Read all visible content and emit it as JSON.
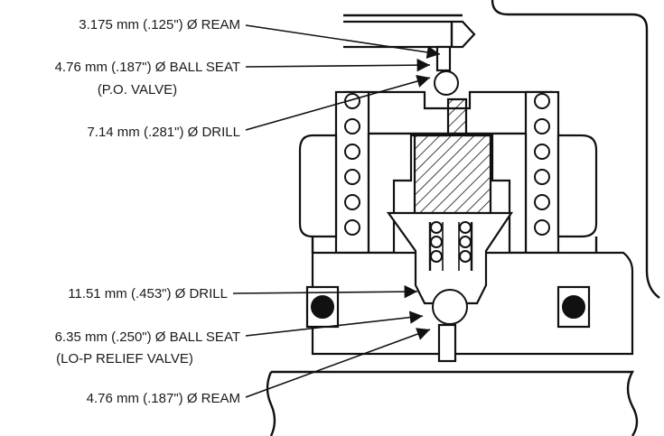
{
  "callouts": [
    {
      "id": "ream-3175",
      "lines": [
        "3.175 mm (.125\") Ø REAM"
      ]
    },
    {
      "id": "ball-seat-476",
      "lines": [
        "4.76 mm (.187\") Ø BALL SEAT",
        "(P.O. VALVE)"
      ]
    },
    {
      "id": "drill-714",
      "lines": [
        "7.14 mm (.281\") Ø DRILL"
      ]
    },
    {
      "id": "drill-1151",
      "lines": [
        "11.51 mm (.453\") Ø DRILL"
      ]
    },
    {
      "id": "ball-seat-635",
      "lines": [
        "6.35 mm (.250\") Ø BALL SEAT",
        "(LO-P RELIEF VALVE)"
      ]
    },
    {
      "id": "ream-476",
      "lines": [
        "4.76 mm (.187\") Ø REAM"
      ]
    }
  ],
  "colors": {
    "ink": "#111111",
    "background": "#ffffff"
  }
}
